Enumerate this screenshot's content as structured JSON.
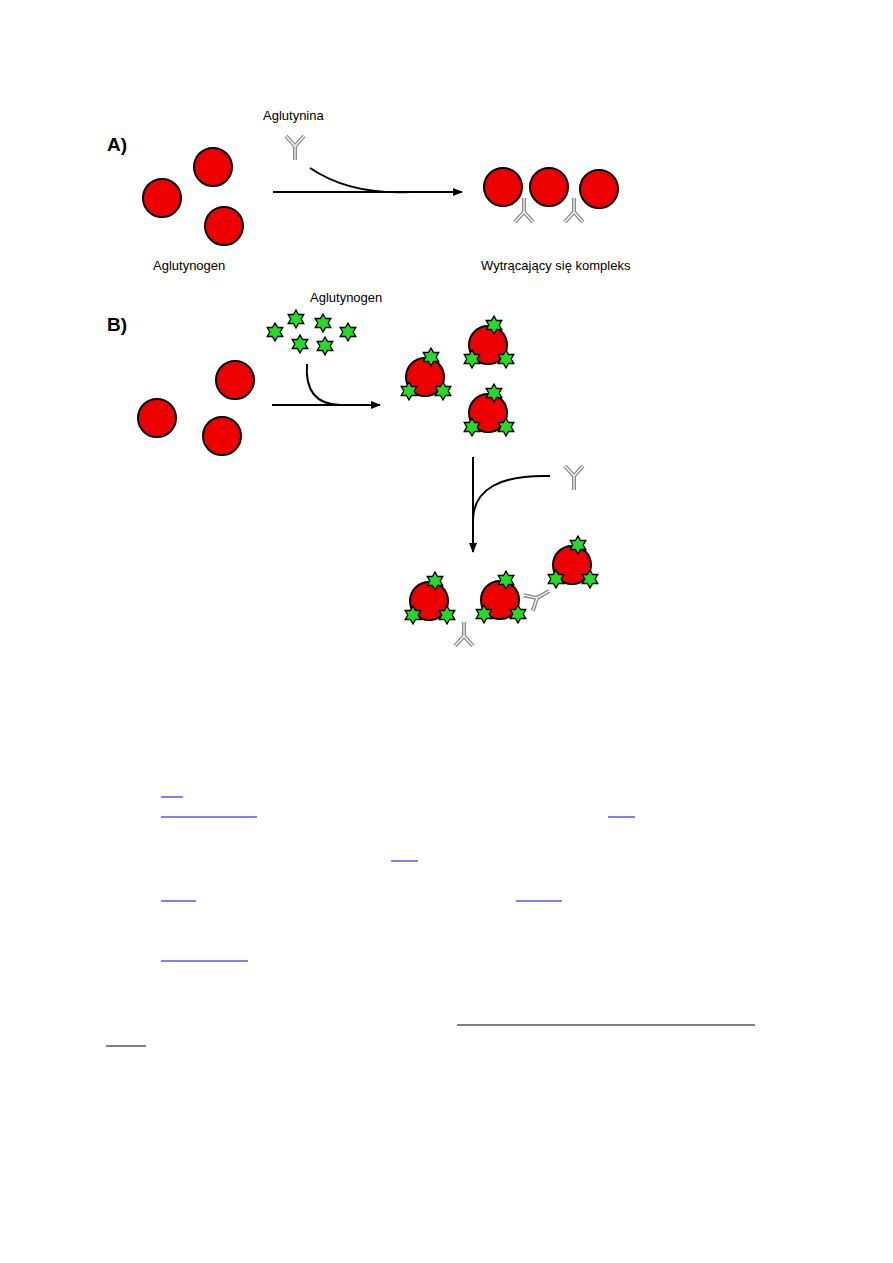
{
  "diagram": {
    "labels": [
      "A)",
      "Aglutynina",
      "Aglutynogen",
      "Wytrącający się kompleks",
      "B)",
      "Aglutynogen"
    ]
  }
}
